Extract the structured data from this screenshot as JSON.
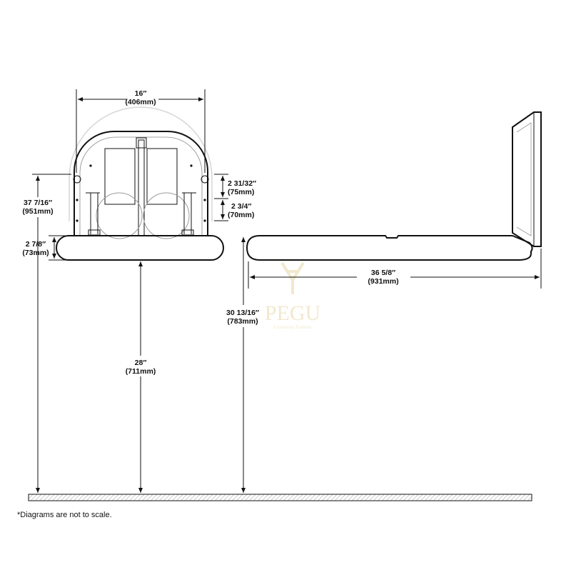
{
  "front_view": {
    "width_label": "16″",
    "width_label_mm": "(406mm)",
    "height_label": "37 7/16″",
    "height_label_mm": "(951mm)",
    "bed_thickness_label": "2 7/8″",
    "bed_thickness_label_mm": "(73mm)",
    "bed_height_label": "28″",
    "bed_height_label_mm": "(711mm)",
    "hole_offset_label": "2 31/32″",
    "hole_offset_label_mm": "(75mm)",
    "bracket_label": "2 3/4″",
    "bracket_label_mm": "(70mm)"
  },
  "side_view": {
    "depth_label": "36 5/8″",
    "depth_label_mm": "(931mm)",
    "top_height_label": "30 13/16″",
    "top_height_label_mm": "(783mm)"
  },
  "watermark": {
    "brand": "PEGU",
    "tagline": "Luxurious Fashion",
    "color": "#e6d6a6"
  },
  "footnote": "*Diagrams are not to scale."
}
